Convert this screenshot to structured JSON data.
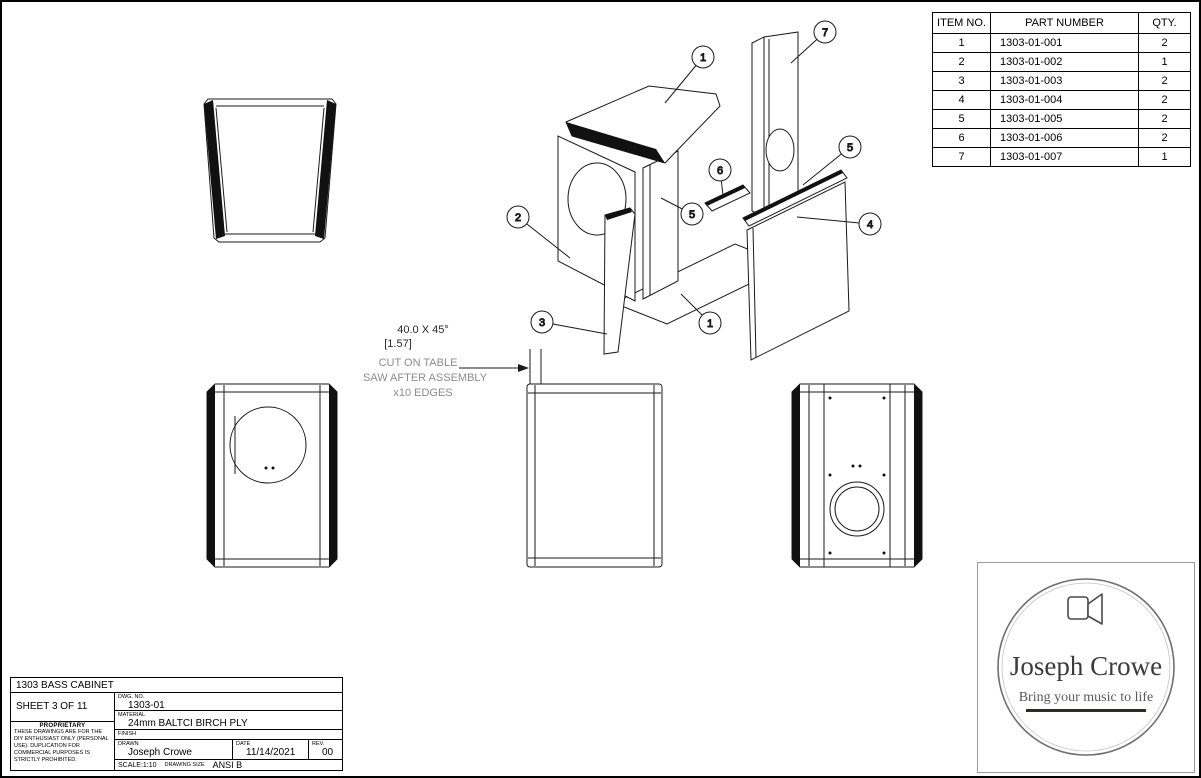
{
  "parts_table": {
    "headers": [
      "ITEM NO.",
      "PART NUMBER",
      "QTY."
    ],
    "rows": [
      {
        "item": "1",
        "part": "1303-01-001",
        "qty": "2"
      },
      {
        "item": "2",
        "part": "1303-01-002",
        "qty": "1"
      },
      {
        "item": "3",
        "part": "1303-01-003",
        "qty": "2"
      },
      {
        "item": "4",
        "part": "1303-01-004",
        "qty": "2"
      },
      {
        "item": "5",
        "part": "1303-01-005",
        "qty": "2"
      },
      {
        "item": "6",
        "part": "1303-01-006",
        "qty": "2"
      },
      {
        "item": "7",
        "part": "1303-01-007",
        "qty": "1"
      }
    ]
  },
  "exploded_view": {
    "balloons": [
      "1",
      "7",
      "2",
      "5",
      "6",
      "5",
      "4",
      "3",
      "1"
    ]
  },
  "chamfer_note": {
    "line1": "40.0  X 45°",
    "line2": "[1.57]",
    "line3": "CUT ON TABLE",
    "line4": "SAW AFTER ASSEMBLY",
    "line5": "x10 EDGES"
  },
  "title_block": {
    "project_title": "1303 BASS CABINET",
    "sheet_number": "SHEET 3 OF 11",
    "proprietary_heading": "PROPRIETARY",
    "proprietary_text": "THESE DRAWINGS ARE FOR THE DIY ENTHUSIAST ONLY (PERSONAL USE). DUPLICATION FOR COMMERCIAL PURPOSES IS STRICTLY PROHIBITED.",
    "dwg_no_label": "DWG.  NO.",
    "dwg_no": "1303-01",
    "material_label": "MATERIAL",
    "material": "24mm BALTCI BIRCH PLY",
    "finish_label": "FINISH",
    "drawn_label": "DRAWN",
    "drawn_value": "Joseph Crowe",
    "date_label": "DATE",
    "date_value": "11/14/2021",
    "rev_label": "REV.",
    "rev_value": "00",
    "scale_text": "SCALE:1:10",
    "drawing_size_label": "DRAWING SIZE",
    "drawing_size_value": "ANSI B"
  },
  "logo": {
    "name": "Joseph Crowe",
    "tagline": "Bring your music to life"
  },
  "colors": {
    "ink": "#1a1a1a",
    "note_gray": "#8c8c8c",
    "logo_text": "#3b3b3b"
  }
}
